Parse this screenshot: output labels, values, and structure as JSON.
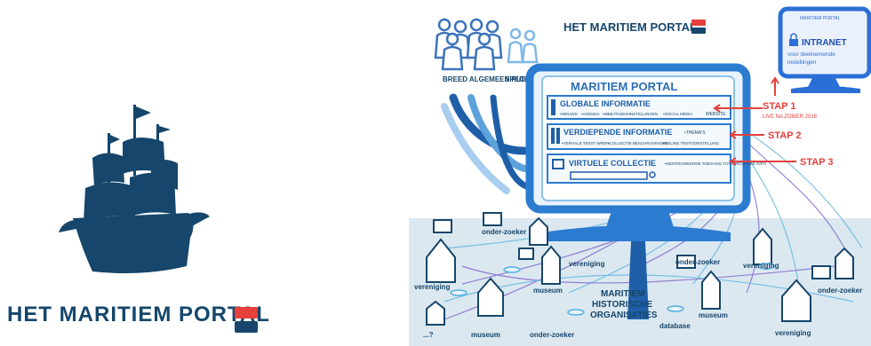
{
  "brand": {
    "logo_text": "HET MARITIEM  PORTAL",
    "ship_icon": "sailing-ship-icon",
    "flag_icon": "dutch-flag-icon",
    "colors": {
      "navy": "#16466b",
      "red": "#e5403b",
      "blue": "#2b6fd6",
      "light_blue": "#7eb7e6"
    }
  },
  "sketch": {
    "header_title": "HET MARITIEM PORTAL",
    "audience": [
      {
        "label": "BREED ALGEMEEN PUBLIEK"
      },
      {
        "label": "SPEC GEINTE"
      }
    ],
    "screen": {
      "title": "MARITIEM PORTAL",
      "sections": [
        {
          "title": "GLOBALE INFORMATIE",
          "notes": [
            "•NIEUWS",
            "•AGENDA",
            "•WEB PAGES",
            "•INSTELLINGEN",
            "•SOCIAL MEDIA",
            "WEBSITE"
          ]
        },
        {
          "title": "VERDIEPENDE INFORMATIE",
          "notes": [
            "•THEMA'S",
            "•VERHALE TEKST WRDN",
            "•COLLECTIE BESCHRIJVINGEN",
            "•ONLINE TENTOONSTELLING"
          ]
        },
        {
          "title": "VIRTUELE COLLECTIE",
          "notes": [
            "•GEINTEGREERDE TOEGANG TOT SPECIFIEKE INFO"
          ]
        }
      ]
    },
    "intranet": {
      "top": "MARITIEM PORTAL",
      "title": "INTRANET",
      "sub1": "voor deelnemende",
      "sub2": "instellingen"
    },
    "stages": [
      {
        "label": "STAP 1",
        "note": "LIVE NA ZOMER 2016"
      },
      {
        "label": "STAP 2"
      },
      {
        "label": "STAP 3"
      }
    ],
    "network_labels": [
      "vereniging",
      "onder-zoeker",
      "museum",
      "vereniging",
      "onder-zoeker",
      "vereniging",
      "museum",
      "onder-zoeker",
      "museum",
      "onder-zoeker",
      "vereniging",
      "database",
      "...?"
    ],
    "base_caption": [
      "MARITIEM",
      "HISTORISCHE",
      "ORGANISATIES"
    ]
  }
}
